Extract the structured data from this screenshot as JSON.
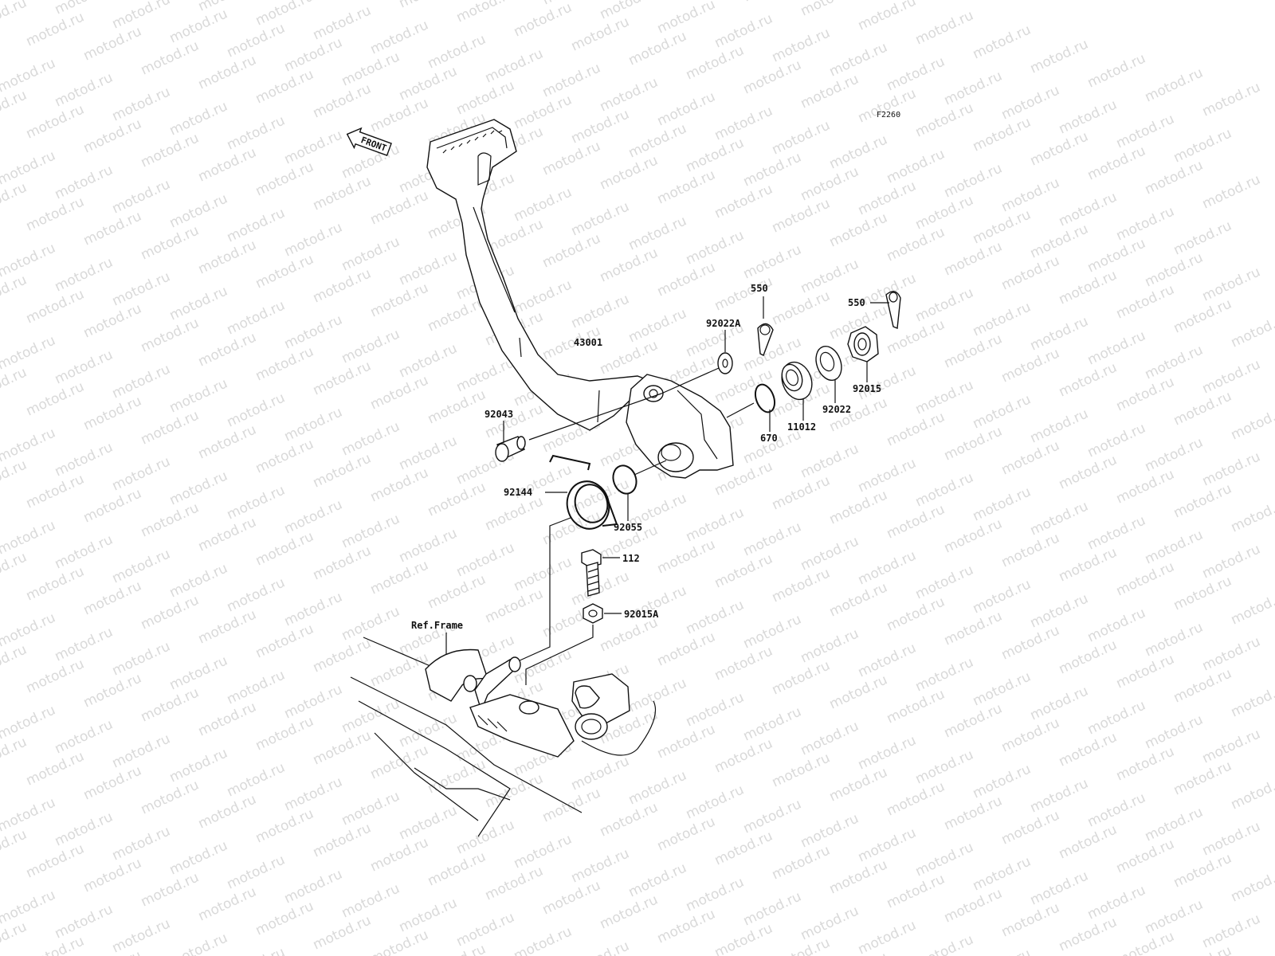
{
  "diagram": {
    "reference_code": "F2260",
    "front_arrow_label": "FRONT",
    "watermark_text": "motod.ru",
    "ref_frame_label": "Ref.Frame",
    "parts": [
      {
        "id": "p550a",
        "number": "550"
      },
      {
        "id": "p550b",
        "number": "550"
      },
      {
        "id": "p92022A",
        "number": "92022A"
      },
      {
        "id": "p43001",
        "number": "43001"
      },
      {
        "id": "p92015",
        "number": "92015"
      },
      {
        "id": "p92022",
        "number": "92022"
      },
      {
        "id": "p11012",
        "number": "11012"
      },
      {
        "id": "p670",
        "number": "670"
      },
      {
        "id": "p92043",
        "number": "92043"
      },
      {
        "id": "p92144",
        "number": "92144"
      },
      {
        "id": "p92055",
        "number": "92055"
      },
      {
        "id": "p112",
        "number": "112"
      },
      {
        "id": "p92015A",
        "number": "92015A"
      }
    ]
  }
}
